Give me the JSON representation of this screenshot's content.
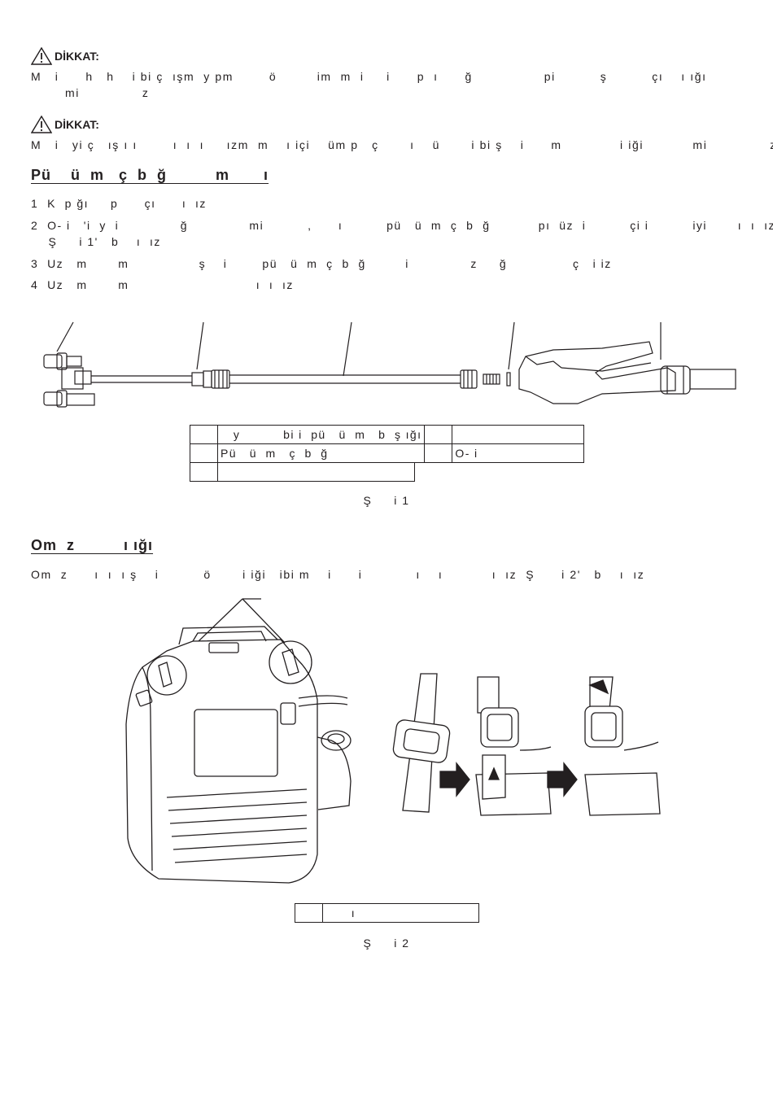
{
  "caution1": {
    "title": "DİKKAT:",
    "line1": "M   i      h   h    i bi ç  ışm  y pm        ö         im  m  i     i      p  ı      ğ                pi          ş          çı    ı ığı",
    "line2": "mi              z"
  },
  "caution2": {
    "title": "DİKKAT:",
    "line1": "M   i   yi ç   ış ı ı        ı  ı  ı     ızm  m    ı içi    üm p   ç       ı    ü       i bi ş    i      m             i iği           mi              z"
  },
  "section1": {
    "heading": "Pü    ü  m   ç  b  ğ          m       ı",
    "steps": [
      "1  K  p ğı     p      çı      ı  ız",
      "2  O- i   'i  y  i              ğ              mi          ,      ı          pü   ü  m  ç  b  ğ           pı  üz  i          çi i          iyi       ı  ı  ız",
      "    Ş     i 1'   b    ı  ız",
      "3  Uz   m       m                ş    i        pü   ü  m  ç  b  ğ         i              z     ğ               ç   i iz",
      "4  Uz   m       m                             ı  ı  ız"
    ]
  },
  "figure1": {
    "legend_rows": [
      [
        "",
        "   y          bi i  pü   ü  m   b  ş ığı",
        "",
        ""
      ],
      [
        "",
        "Pü   ü  m   ç  b  ğ",
        "",
        "O- i"
      ],
      [
        "",
        ""
      ]
    ],
    "caption": "Ş     i 1"
  },
  "section2": {
    "heading": "Om  z          ı ığı",
    "text": "Om  z      ı  ı  ı ş    i          ö       i iği   ibi m    i      i            ı    ı           ı  ız  Ş      i 2'   b    ı  ız"
  },
  "figure2": {
    "legend_rows": [
      [
        "",
        "      ı"
      ]
    ],
    "caption": "Ş     i 2"
  }
}
